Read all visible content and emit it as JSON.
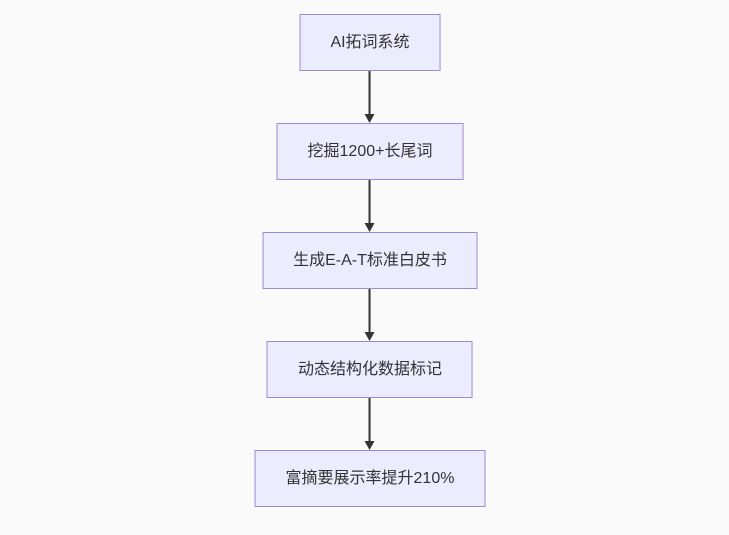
{
  "diagram": {
    "type": "flowchart",
    "direction": "top-down",
    "nodes": [
      {
        "id": "n1",
        "label": "AI拓词系统"
      },
      {
        "id": "n2",
        "label": "挖掘1200+长尾词"
      },
      {
        "id": "n3",
        "label": "生成E-A-T标准白皮书"
      },
      {
        "id": "n4",
        "label": "动态结构化数据标记"
      },
      {
        "id": "n5",
        "label": "富摘要展示率提升210%"
      }
    ],
    "edges": [
      {
        "from": "n1",
        "to": "n2",
        "style": "arrow"
      },
      {
        "from": "n2",
        "to": "n3",
        "style": "arrow"
      },
      {
        "from": "n3",
        "to": "n4",
        "style": "arrow"
      },
      {
        "from": "n4",
        "to": "n5",
        "style": "arrow"
      }
    ],
    "colors": {
      "background": "#fafafa",
      "node_fill": "#ECECFF",
      "node_border": "#9f8ad6",
      "text": "#333333",
      "arrow": "#333333"
    }
  }
}
